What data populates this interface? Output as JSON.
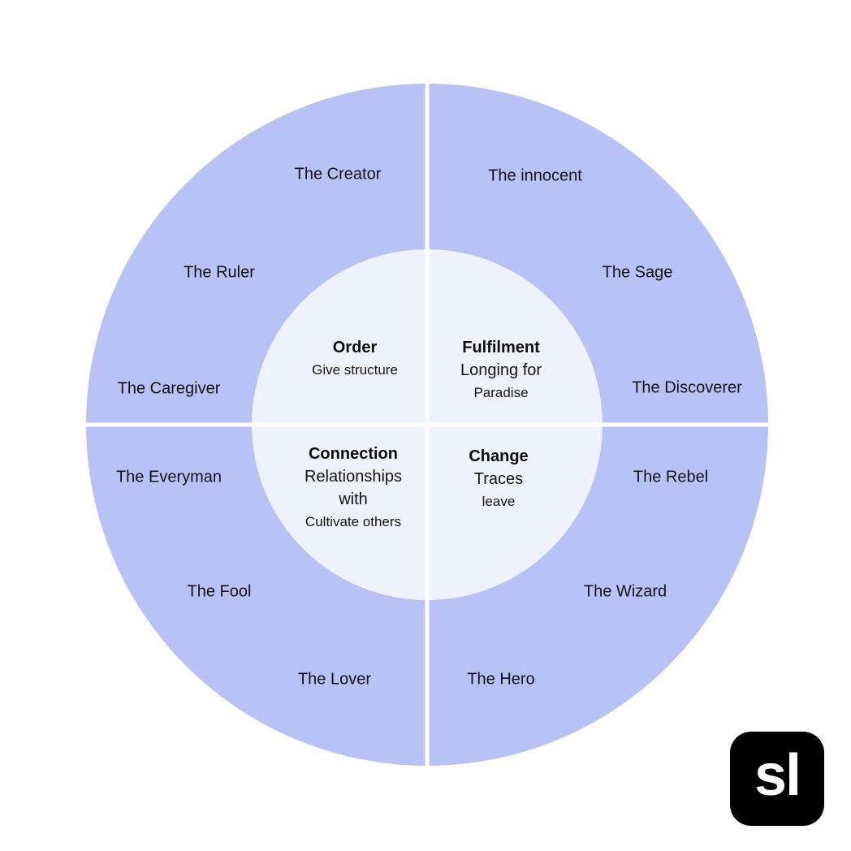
{
  "colors": {
    "outer_ring": "#b8c2f5",
    "inner_circle": "#eef2fd",
    "divider": "#ffffff",
    "logo_bg": "#000000",
    "logo_text": "#ffffff"
  },
  "quadrants": {
    "order": {
      "title": "Order",
      "lines": [
        "Give structure"
      ],
      "archetypes": [
        "The Creator",
        "The Ruler",
        "The Caregiver"
      ]
    },
    "fulfilment": {
      "title": "Fulfilment",
      "lines": [
        "Longing for",
        "Paradise"
      ],
      "archetypes": [
        "The innocent",
        "The Sage",
        "The Discoverer"
      ]
    },
    "connection": {
      "title": "Connection",
      "lines": [
        "Relationships",
        "with",
        "Cultivate others"
      ],
      "archetypes": [
        "The Everyman",
        "The Fool",
        "The Lover"
      ]
    },
    "change": {
      "title": "Change",
      "lines": [
        "Traces",
        "leave"
      ],
      "archetypes": [
        "The Rebel",
        "The Wizard",
        "The Hero"
      ]
    }
  },
  "logo": {
    "text": "sl",
    "icon": "brand-logo-icon"
  }
}
